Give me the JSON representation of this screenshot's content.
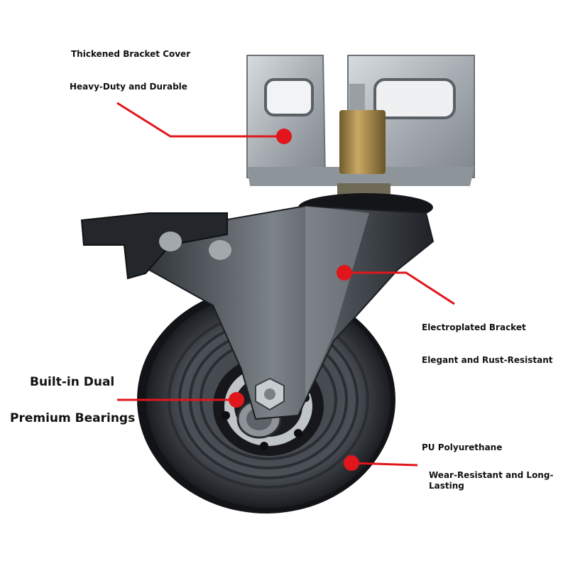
{
  "callouts": {
    "bracket_cover": {
      "title": "Thickened Bracket Cover",
      "subtitle": "Heavy-Duty and Durable"
    },
    "electroplated": {
      "title": "Electroplated Bracket",
      "subtitle": "Elegant and Rust-Resistant"
    },
    "bearings": {
      "title": "Built-in Dual",
      "subtitle": "Premium Bearings"
    },
    "wheel": {
      "title": "PU Polyurethane",
      "subtitle": "Wear-Resistant and Long-Lasting"
    }
  },
  "colors": {
    "accent": "#e0161c",
    "text": "#111111"
  }
}
